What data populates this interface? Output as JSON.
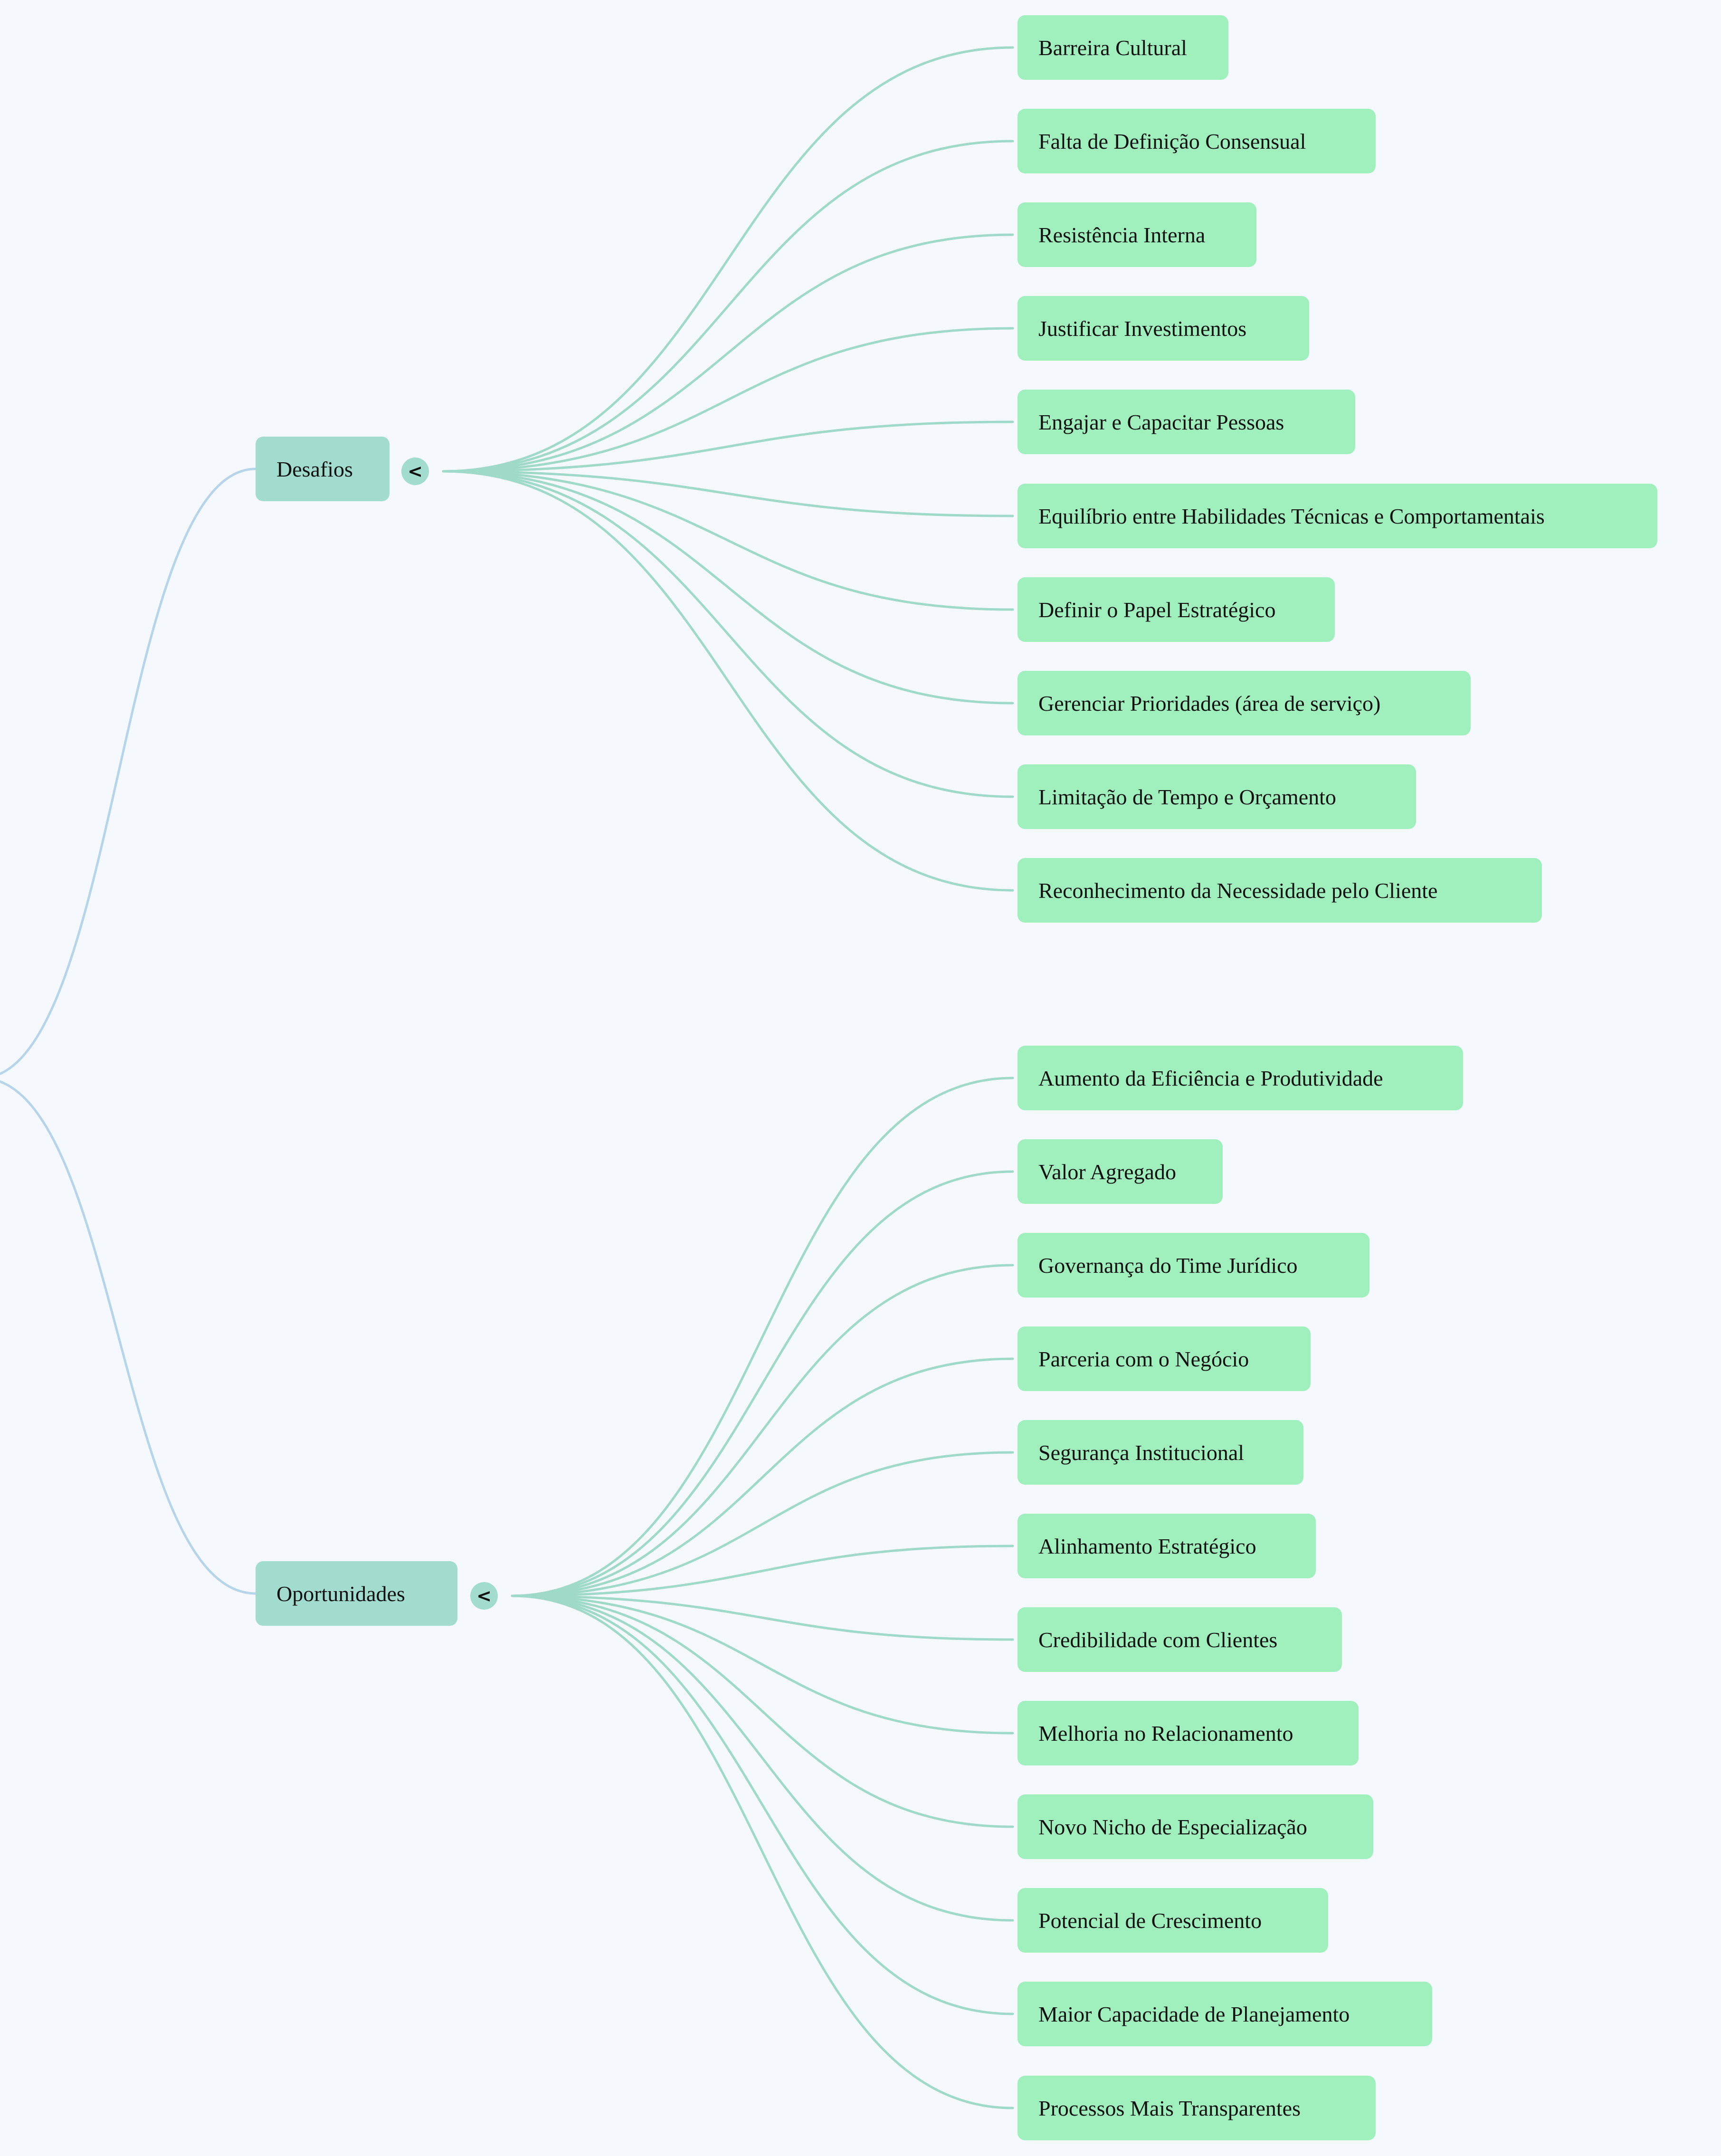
{
  "colors": {
    "background": "#f5f9fd",
    "branch_fill": "#a2dccf",
    "leaf_fill": "#9ff0bd",
    "root_link": "#b6d4ea",
    "branch_link": "#9fd9c8"
  },
  "mindmap": {
    "branches": [
      {
        "label": "Desafios",
        "toggle": "<",
        "children": [
          "Barreira Cultural",
          "Falta de Definição Consensual",
          "Resistência Interna",
          "Justificar Investimentos",
          "Engajar e Capacitar Pessoas",
          "Equilíbrio entre Habilidades Técnicas e Comportamentais",
          "Definir o Papel Estratégico",
          "Gerenciar Prioridades (área de serviço)",
          "Limitação de Tempo e Orçamento",
          "Reconhecimento da Necessidade pelo Cliente"
        ]
      },
      {
        "label": "Oportunidades",
        "toggle": "<",
        "children": [
          "Aumento da Eficiência e Produtividade",
          "Valor Agregado",
          "Governança do Time Jurídico",
          "Parceria com o Negócio",
          "Segurança Institucional",
          "Alinhamento Estratégico",
          "Credibilidade com Clientes",
          "Melhoria no Relacionamento",
          "Novo Nicho de Especialização",
          "Potencial de Crescimento",
          "Maior Capacidade de Planejamento",
          "Processos Mais Transparentes"
        ]
      }
    ]
  }
}
